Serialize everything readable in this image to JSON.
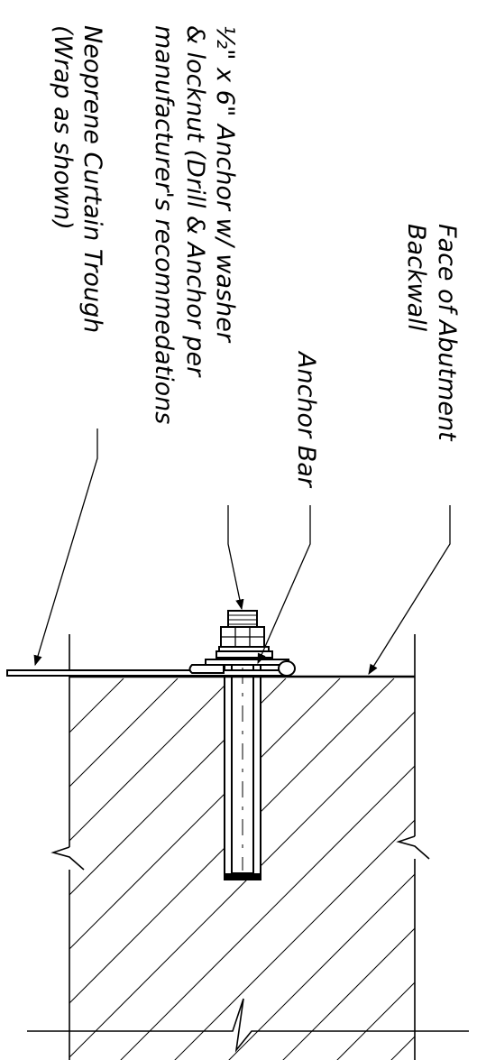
{
  "diagram": {
    "labels": {
      "abutment_line1": "Face of Abutment",
      "abutment_line2": "Backwall",
      "anchor_bar": "Anchor Bar",
      "anchor_line1": "½\" x 6\" Anchor w/ washer",
      "anchor_line2": "& locknut (Drill & Anchor per",
      "anchor_line3": "manufacturer's recommedations",
      "neoprene_line1": "Neoprene Curtain Trough",
      "neoprene_line2": "(Wrap as shown)"
    },
    "colors": {
      "ink": "#000000",
      "background": "#ffffff"
    }
  }
}
